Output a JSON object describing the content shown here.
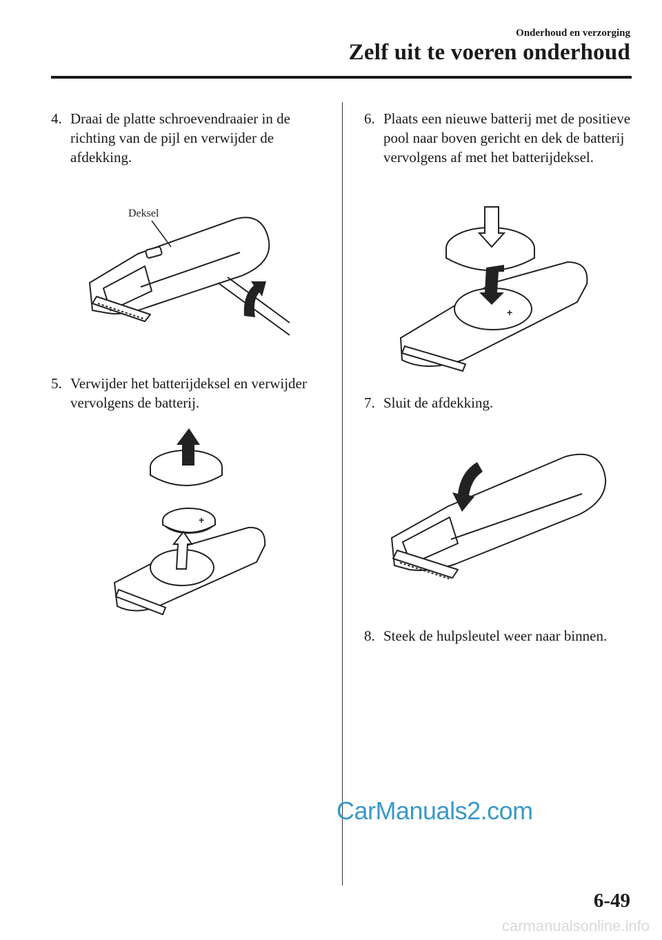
{
  "header": {
    "section": "Onderhoud en verzorging",
    "chapter": "Zelf uit te voeren onderhoud"
  },
  "steps": [
    {
      "number": "4.",
      "text": "Draai de platte schroevendraaier in de richting van de pijl en verwijder de afdekking."
    },
    {
      "number": "5.",
      "text": "Verwijder het batterijdeksel en verwijder vervolgens de batterij."
    },
    {
      "number": "6.",
      "text": "Plaats een nieuwe batterij met de positieve pool naar boven gericht en dek de batterij vervolgens af met het batterijdeksel."
    },
    {
      "number": "7.",
      "text": "Sluit de afdekking."
    },
    {
      "number": "8.",
      "text": "Steek de hulpsleutel weer naar binnen."
    }
  ],
  "figures": {
    "fig1_label": "Deksel",
    "battery_symbol": "+"
  },
  "watermark": "CarManuals2.com",
  "page_number": "6-49",
  "footer_url": "carmanualsonline.info",
  "colors": {
    "watermark": "#3a98c9",
    "text": "#1a1a1a"
  }
}
